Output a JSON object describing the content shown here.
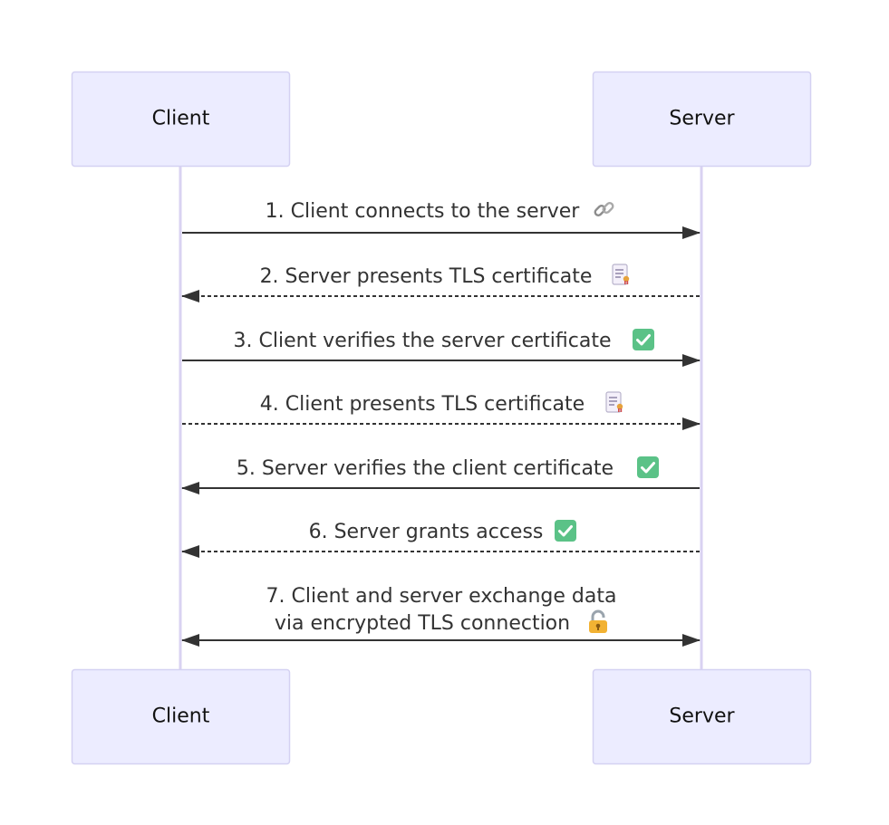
{
  "participants": [
    {
      "id": "client",
      "label": "Client"
    },
    {
      "id": "server",
      "label": "Server"
    }
  ],
  "messages": [
    {
      "from": "client",
      "to": "server",
      "style": "solid",
      "lines": [
        "1. Client connects to the server"
      ],
      "icon": "link-icon"
    },
    {
      "from": "server",
      "to": "client",
      "style": "dashed",
      "lines": [
        "2. Server presents TLS certificate "
      ],
      "icon": "certificate-icon"
    },
    {
      "from": "client",
      "to": "server",
      "style": "solid",
      "lines": [
        "3. Client verifies the server certificate "
      ],
      "icon": "check-icon"
    },
    {
      "from": "client",
      "to": "server",
      "style": "dashed",
      "lines": [
        "4. Client presents TLS certificate "
      ],
      "icon": "certificate-icon"
    },
    {
      "from": "server",
      "to": "client",
      "style": "solid",
      "lines": [
        "5. Server verifies the client certificate "
      ],
      "icon": "check-icon"
    },
    {
      "from": "server",
      "to": "client",
      "style": "dashed",
      "lines": [
        "6. Server grants access "
      ],
      "icon": "check-icon"
    },
    {
      "from": "both",
      "to": "both",
      "style": "solid",
      "lines": [
        "7. Client and server exchange data",
        "via encrypted TLS connection "
      ],
      "icon": "lock-icon"
    }
  ]
}
